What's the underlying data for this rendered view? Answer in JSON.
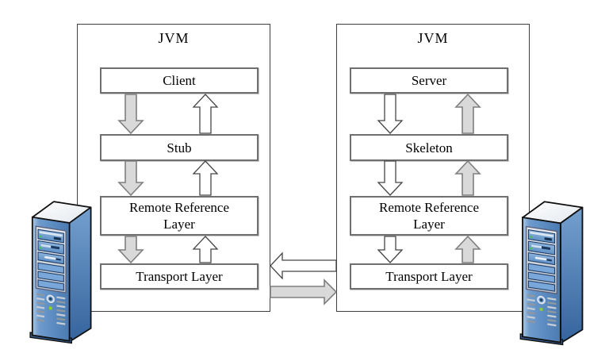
{
  "left_jvm": {
    "title": "JVM",
    "layers": {
      "client": "Client",
      "stub": "Stub",
      "remote_reference": "Remote Reference Layer",
      "transport": "Transport Layer"
    }
  },
  "right_jvm": {
    "title": "JVM",
    "layers": {
      "server": "Server",
      "skeleton": "Skeleton",
      "remote_reference": "Remote Reference Layer",
      "transport": "Transport Layer"
    }
  },
  "icons": {
    "left_tower": "computer-tower-icon",
    "right_tower": "computer-tower-icon"
  },
  "colors": {
    "request_arrow_fill": "#d9d9d9",
    "request_arrow_stroke": "#7f7f7f",
    "response_arrow_fill": "#ffffff",
    "response_arrow_stroke": "#464646",
    "layer_box_border": "#6f6f6f",
    "jvm_box_border": "#3f3f3f",
    "tower_front_blue": "#5c8cc1",
    "tower_side_blue": "#35639c",
    "tower_led_green": "#8ed420"
  }
}
